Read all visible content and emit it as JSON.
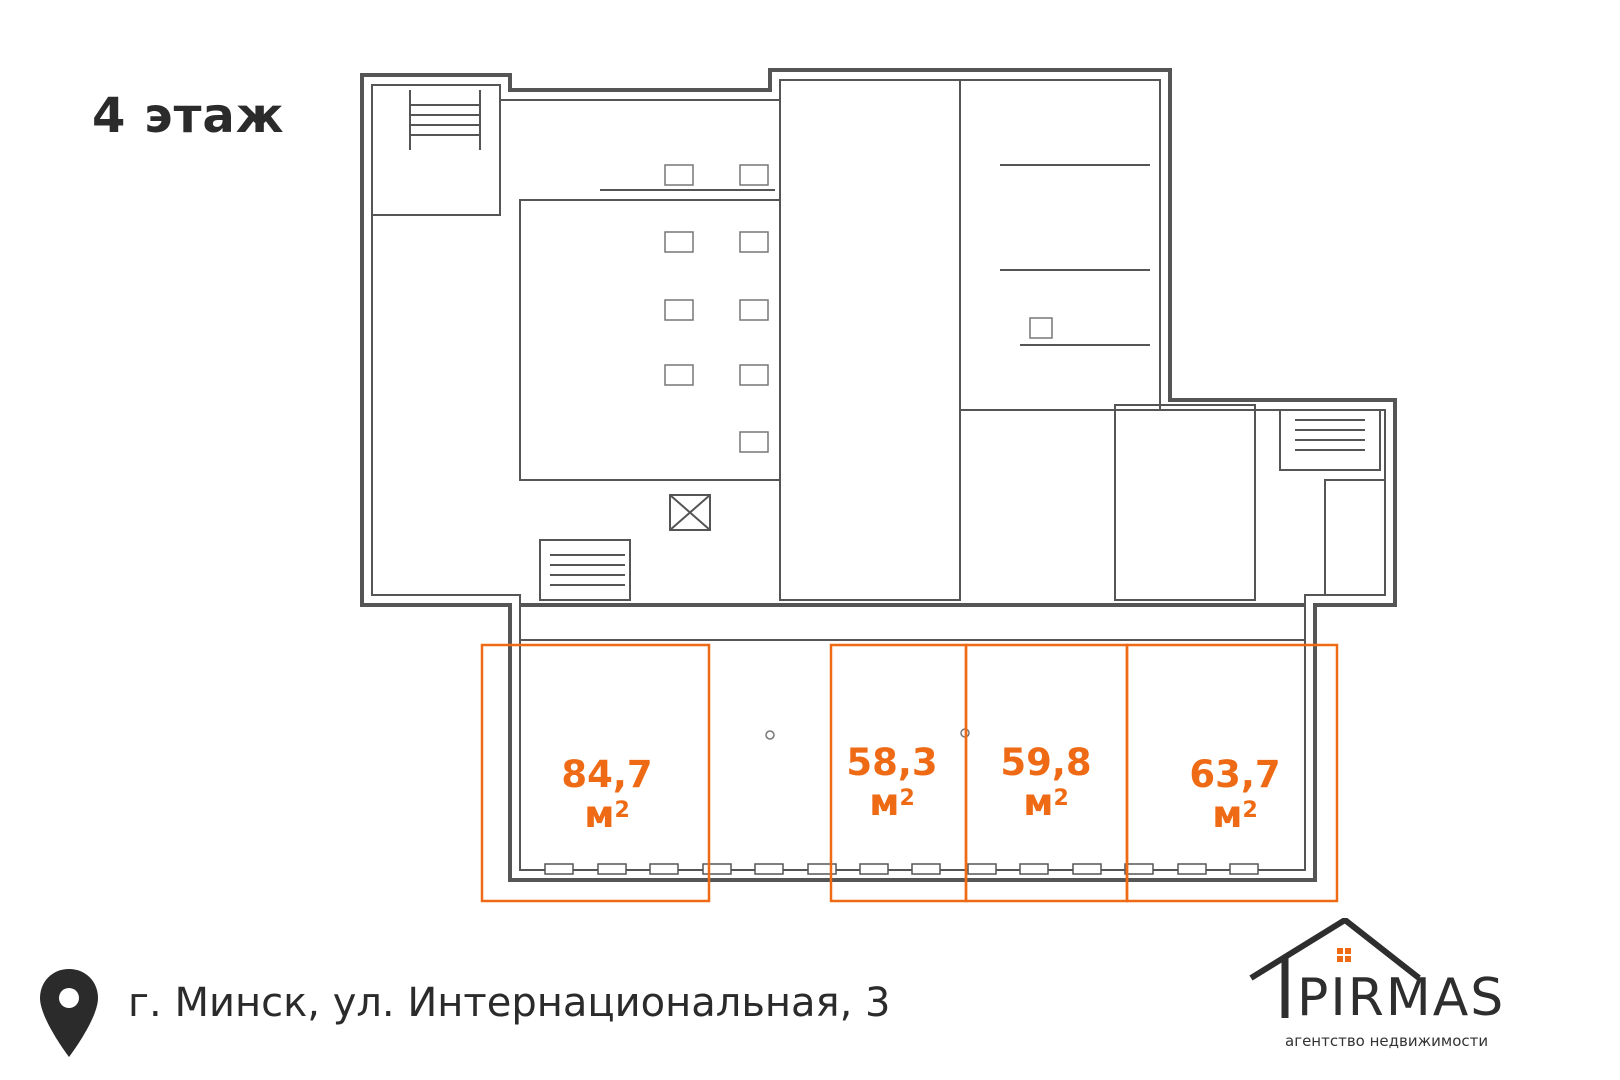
{
  "floor_title": "4 этаж",
  "units": [
    {
      "area": "84,7",
      "unit": "м",
      "exp": "2"
    },
    {
      "area": "58,3",
      "unit": "м",
      "exp": "2"
    },
    {
      "area": "59,8",
      "unit": "м",
      "exp": "2"
    },
    {
      "area": "63,7",
      "unit": "м",
      "exp": "2"
    }
  ],
  "address": "г. Минск, ул. Интернациональная, 3",
  "logo": {
    "name": "PIRMAS",
    "tagline": "агентство недвижимости"
  },
  "colors": {
    "accent": "#ef6a15",
    "plan_line": "#555555",
    "text": "#2b2b2b"
  },
  "icons": {
    "location": "location-pin-icon",
    "logo": "house-roof-icon"
  }
}
